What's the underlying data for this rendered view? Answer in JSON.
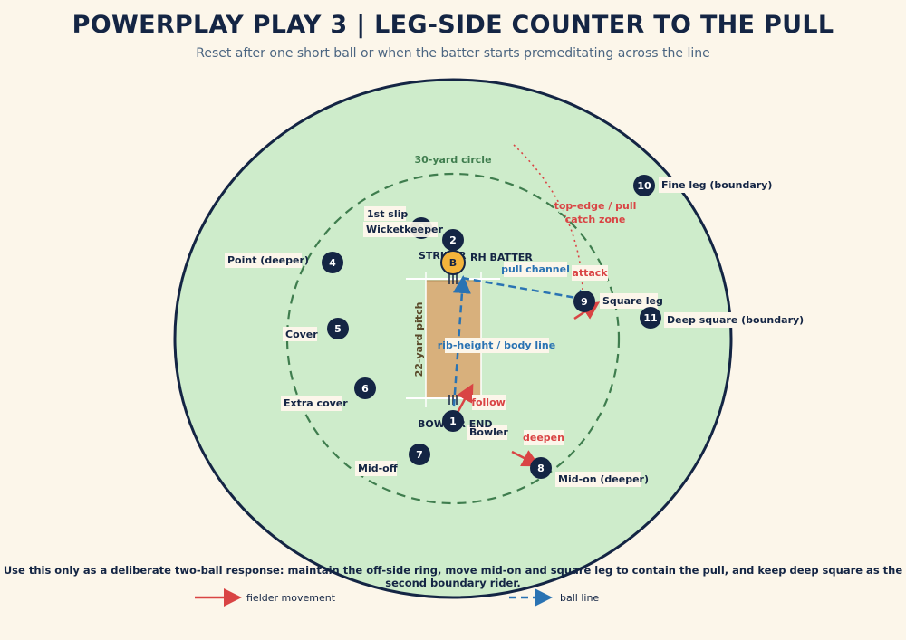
{
  "title": "POWERPLAY PLAY 3 | LEG-SIDE COUNTER TO THE PULL",
  "subtitle": "Reset after one short ball or when the batter starts premeditating across the line",
  "field": {
    "circle_label": "30-yard circle",
    "pitch_label": "22-yard pitch",
    "striker_label": "STRIKER",
    "batter_marker": "B",
    "batter_label": "RH BATTER",
    "bowler_end_label": "BOWLER END"
  },
  "fielders": [
    {
      "number": "1",
      "label": "Bowler"
    },
    {
      "number": "2",
      "label": "Wicketkeeper"
    },
    {
      "number": "3",
      "label": "1st slip"
    },
    {
      "number": "4",
      "label": "Point (deeper)"
    },
    {
      "number": "5",
      "label": "Cover"
    },
    {
      "number": "6",
      "label": "Extra cover"
    },
    {
      "number": "7",
      "label": "Mid-off"
    },
    {
      "number": "8",
      "label": "Mid-on (deeper)"
    },
    {
      "number": "9",
      "label": "Square leg"
    },
    {
      "number": "10",
      "label": "Fine leg (boundary)"
    },
    {
      "number": "11",
      "label": "Deep square (boundary)"
    }
  ],
  "annotations": {
    "catch_zone_line1": "top-edge / pull",
    "catch_zone_line2": "catch zone",
    "attack": "attack",
    "pull_channel": "pull channel",
    "rib_height": "rib-height / body line",
    "follow": "follow",
    "deepen": "deepen"
  },
  "note": "Use this only as a deliberate two-ball response: maintain the off-side ring, move mid-on and square leg to contain the pull, and keep deep square as the second boundary rider.",
  "legend": {
    "movement": "fielder movement",
    "ball_line": "ball line"
  },
  "colors": {
    "outfield": "#ceeccb",
    "boundary": "#142544",
    "circle": "#3f7d4e",
    "pitch": "#d8b07c",
    "fielder": "#142544",
    "batter": "#f3b43b",
    "movement": "#d94444",
    "ball_line": "#2a73b3"
  }
}
